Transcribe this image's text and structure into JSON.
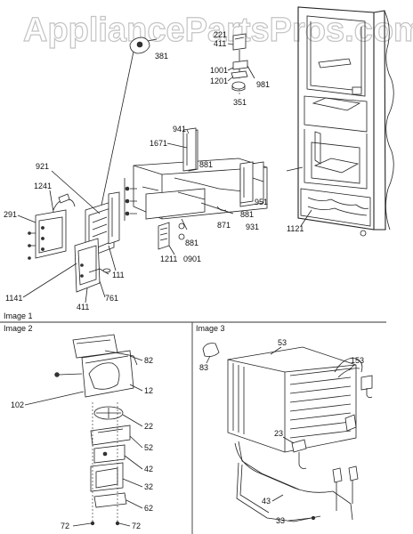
{
  "watermark": {
    "text": "AppliancePartsPros.com"
  },
  "panels": {
    "image1": {
      "title": "Image 1"
    },
    "image2": {
      "title": "Image 2"
    },
    "image3": {
      "title": "Image 3"
    }
  },
  "labels": {
    "l381": "381",
    "l411top": "411",
    "l221": "221",
    "l1001": "1001",
    "l1201": "1201",
    "l981": "981",
    "l351": "351",
    "l941": "941",
    "l1671": "1671",
    "l921": "921",
    "l881a": "881",
    "l881b": "881",
    "l881c": "881",
    "l1241": "1241",
    "l291": "291",
    "l951": "951",
    "l871": "871",
    "l931": "931",
    "l1121": "1121",
    "l1211": "1211",
    "l0901": "0901",
    "l111": "111",
    "l1141": "1141",
    "l761": "761",
    "l411bot": "411",
    "l82": "82",
    "l12": "12",
    "l102": "102",
    "l22": "22",
    "l52": "52",
    "l42": "42",
    "l32": "32",
    "l62": "62",
    "l72a": "72",
    "l72b": "72",
    "l53": "53",
    "l83": "83",
    "l153": "153",
    "l23": "23",
    "l43": "43",
    "l33": "33"
  },
  "colors": {
    "line": "#222222",
    "watermark_stroke": "#c4c4c4",
    "background": "#ffffff"
  }
}
